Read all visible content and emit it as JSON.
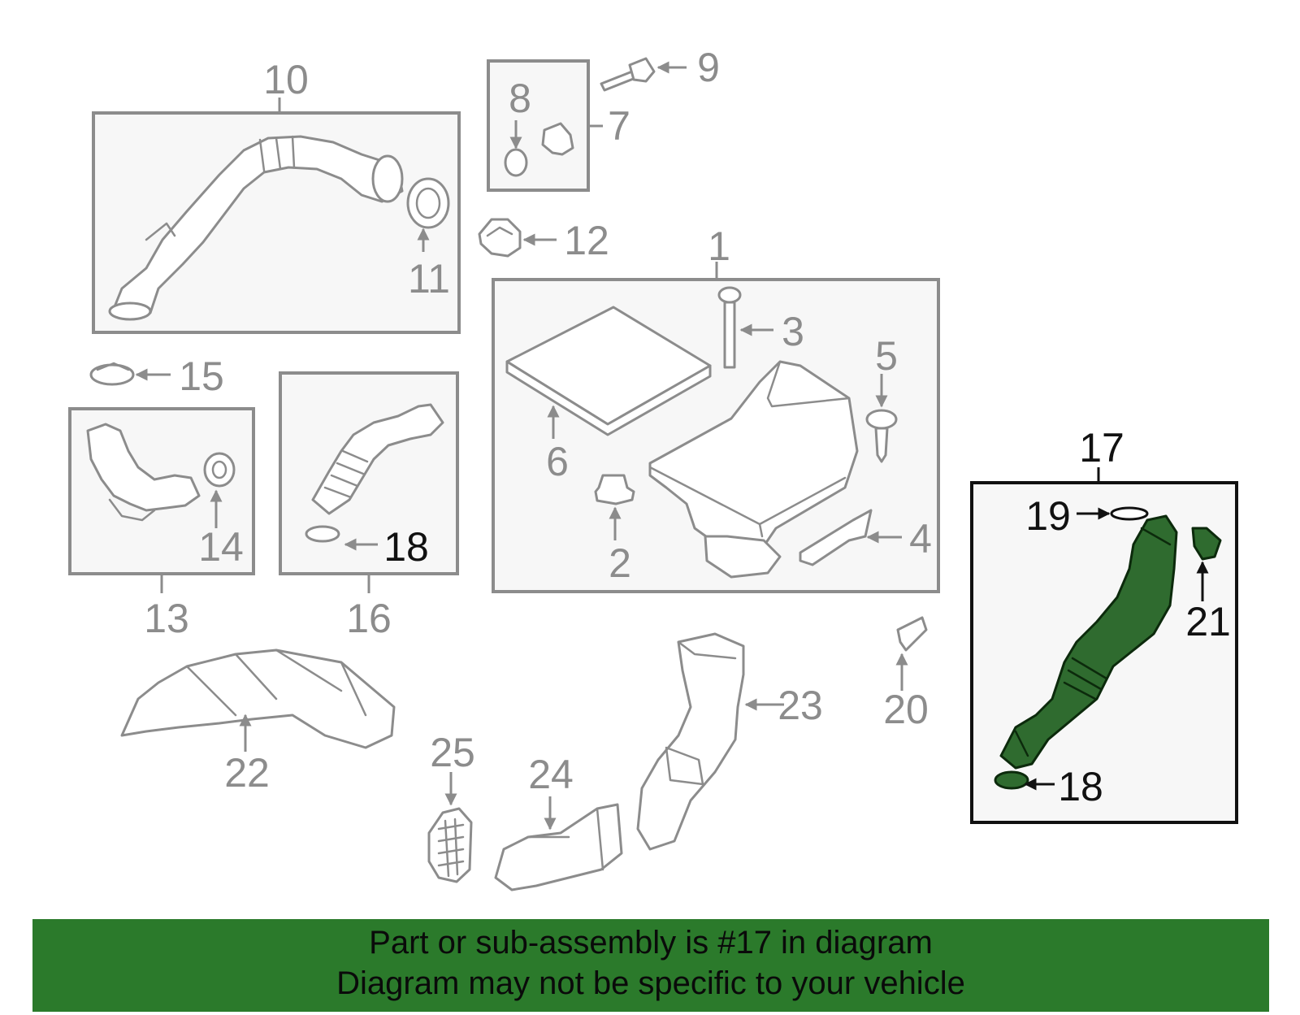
{
  "callouts": {
    "c1": "1",
    "c2": "2",
    "c3": "3",
    "c4": "4",
    "c5": "5",
    "c6": "6",
    "c7": "7",
    "c8": "8",
    "c9": "9",
    "c10": "10",
    "c11": "11",
    "c12": "12",
    "c13": "13",
    "c14": "14",
    "c15": "15",
    "c16": "16",
    "c17": "17",
    "c18a": "18",
    "c18b": "18",
    "c19": "19",
    "c20": "20",
    "c21": "21",
    "c22": "22",
    "c23": "23",
    "c24": "24",
    "c25": "25"
  },
  "footer": {
    "line1": "Part or sub-assembly is #17 in diagram",
    "line2": "Diagram may not be specific to your vehicle"
  },
  "colors": {
    "highlight": "#2f6b2f",
    "footer_bg": "#2b7a2b",
    "line_gray": "#8c8c8c"
  }
}
